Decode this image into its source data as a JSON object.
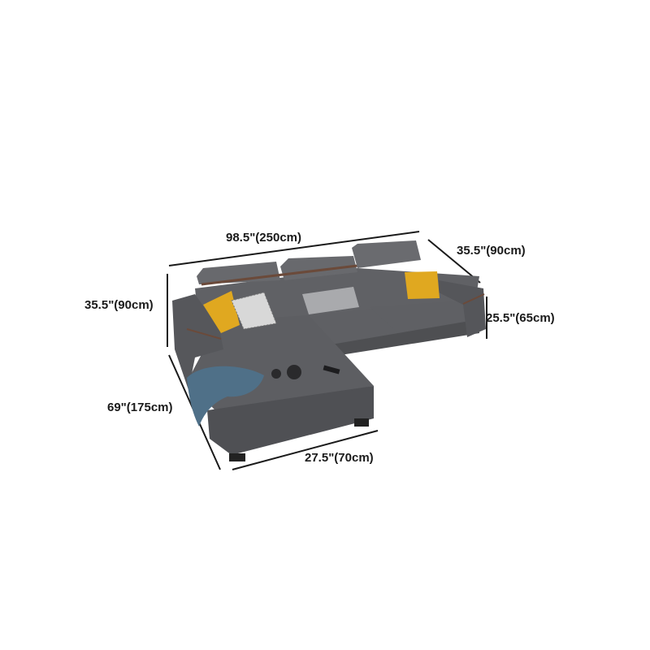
{
  "dimensions": {
    "overall_width": "98.5\"(250cm)",
    "depth": "35.5\"(90cm)",
    "back_height": "35.5\"(90cm)",
    "seat_height": "25.5\"(65cm)",
    "chaise_length": "69\"(175cm)",
    "chaise_width": "27.5\"(70cm)"
  },
  "colors": {
    "upholstery": "#5a5b5e",
    "trim": "#6b4a3a",
    "pillow_yellow": "#e0a820",
    "throw_blue": "#4f7088",
    "dimension_lines": "#1a1a1a"
  }
}
